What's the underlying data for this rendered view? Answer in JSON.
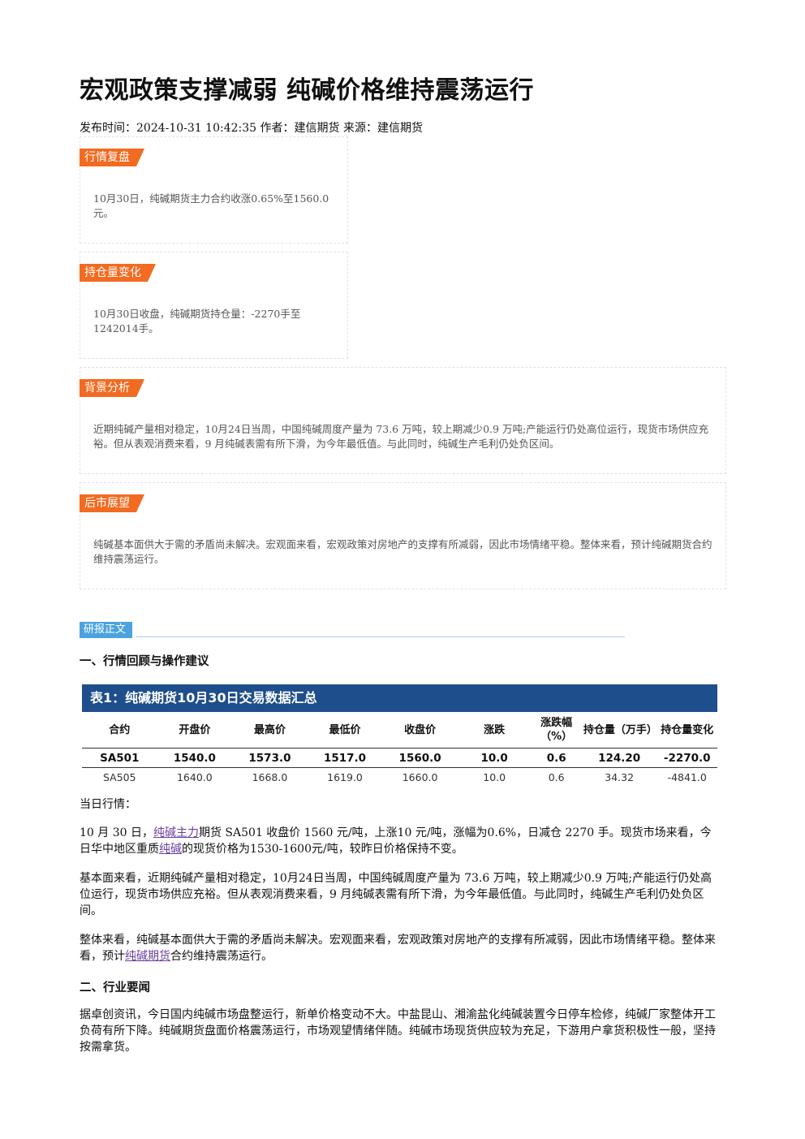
{
  "title": "宏观政策支撑减弱 纯碱价格维持震荡运行",
  "meta": "发布时间：2024-10-31 10:42:35 作者：建信期货 来源：建信期货",
  "boxes": {
    "review": {
      "tag": "行情复盘",
      "text": "10月30日，纯碱期货主力合约收涨0.65%至1560.0元。"
    },
    "position": {
      "tag": "持仓量变化",
      "text": "10月30日收盘，纯碱期货持仓量：-2270手至1242014手。"
    },
    "background": {
      "tag": "背景分析",
      "text": "近期纯碱产量相对稳定，10月24日当周，中国纯碱周度产量为 73.6 万吨，较上期减少0.9 万吨;产能运行仍处高位运行，现货市场供应充裕。但从表观消费来看，9 月纯碱表需有所下滑，为今年最低值。与此同时，纯碱生产毛利仍处负区间。"
    },
    "outlook": {
      "tag": "后市展望",
      "text": "纯碱基本面供大于需的矛盾尚未解决。宏观面来看，宏观政策对房地产的支撑有所减弱，因此市场情绪平稳。整体来看，预计纯碱期货合约维持震荡运行。"
    }
  },
  "report_tag": "研报正文",
  "section1": "一、行情回顾与操作建议",
  "table": {
    "title": "表1：纯碱期货10月30日交易数据汇总",
    "headers": [
      "合约",
      "开盘价",
      "最高价",
      "最低价",
      "收盘价",
      "涨跌",
      "涨跌幅（%）",
      "持仓量（万手）",
      "持仓量变化"
    ],
    "rows": [
      [
        "SA501",
        "1540.0",
        "1573.0",
        "1517.0",
        "1560.0",
        "10.0",
        "0.6",
        "124.20",
        "-2270.0"
      ],
      [
        "SA505",
        "1640.0",
        "1668.0",
        "1619.0",
        "1660.0",
        "10.0",
        "0.6",
        "34.32",
        "-4841.0"
      ]
    ]
  },
  "daily_label": "当日行情：",
  "p1": {
    "a": "10 月 30 日，",
    "link1": "纯碱主力",
    "b": "期货 SA501 收盘价 1560 元/吨，上涨10 元/吨，涨幅为0.6%，日减仓 2270 手。现货市场来看，今日华中地区重质",
    "link2": "纯碱",
    "c": "的现货价格为1530-1600元/吨，较昨日价格保持不变。"
  },
  "p2": "基本面来看，近期纯碱产量相对稳定，10月24日当周，中国纯碱周度产量为 73.6 万吨，较上期减少0.9 万吨;产能运行仍处高位运行，现货市场供应充裕。但从表观消费来看，9 月纯碱表需有所下滑，为今年最低值。与此同时，纯碱生产毛利仍处负区间。",
  "p3": {
    "a": "整体来看，纯碱基本面供大于需的矛盾尚未解决。宏观面来看，宏观政策对房地产的支撑有所减弱，因此市场情绪平稳。整体来看，预计",
    "link": "纯碱期货",
    "b": "合约维持震荡运行。"
  },
  "section2": "二、行业要闻",
  "p4": "据卓创资讯，今日国内纯碱市场盘整运行，新单价格变动不大。中盐昆山、湘渝盐化纯碱装置今日停车检修，纯碱厂家整体开工负荷有所下降。纯碱期货盘面价格震荡运行，市场观望情绪伴随。纯碱市场现货供应较为充足，下游用户拿货积极性一般，坚持按需拿货。",
  "colors": {
    "tag_orange": "#f26b21",
    "table_header": "#1f4e8c",
    "report_tag": "#4aa3df",
    "link": "#6b3fa0"
  }
}
